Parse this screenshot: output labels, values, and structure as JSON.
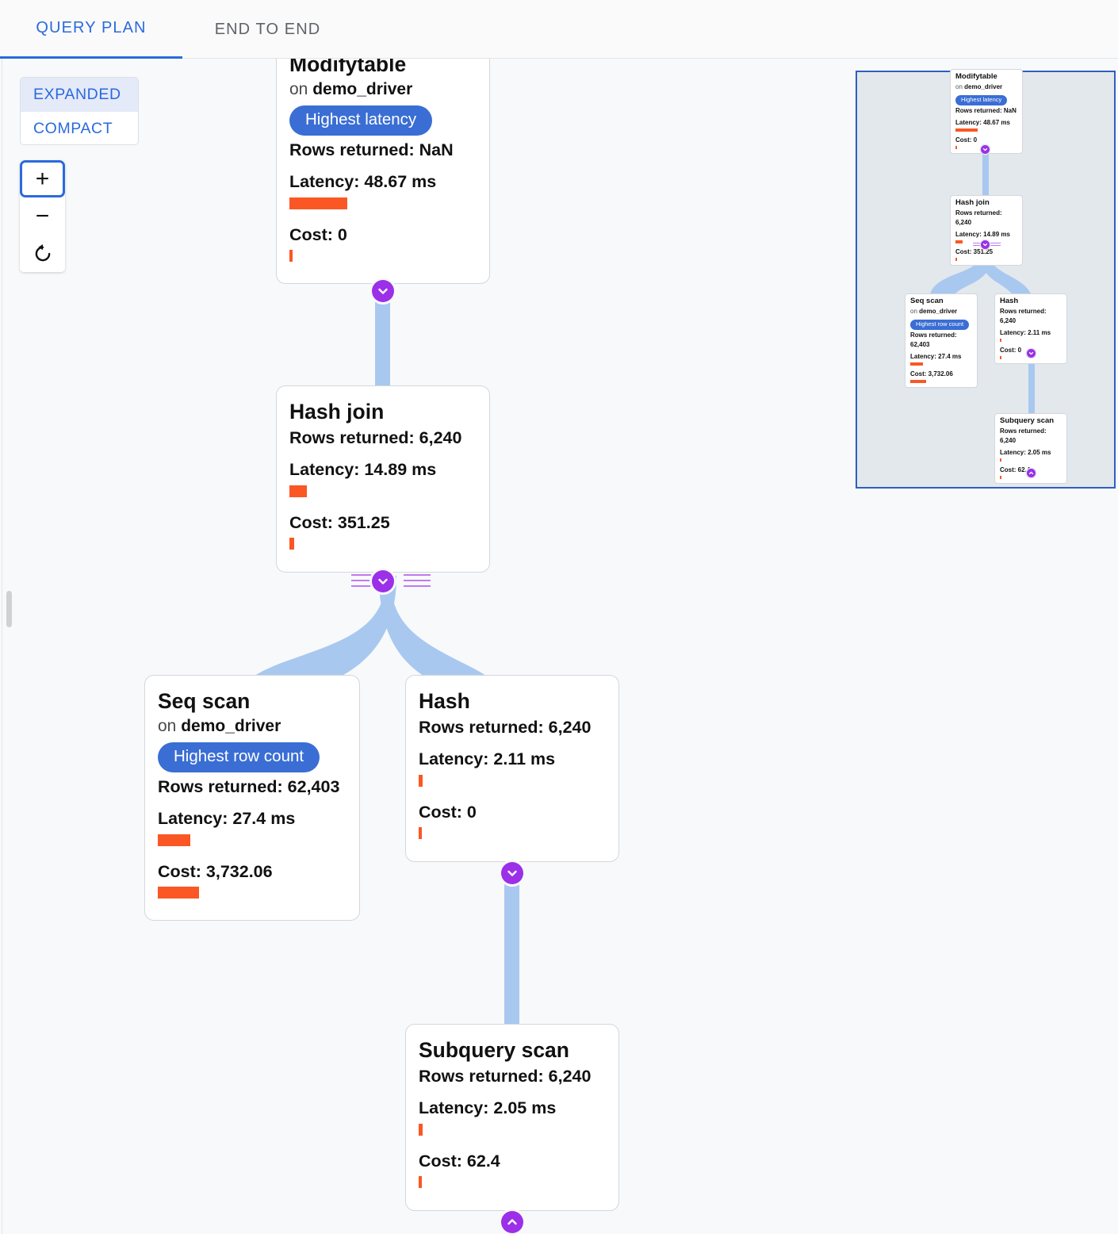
{
  "tabs": [
    {
      "label": "QUERY PLAN",
      "active": true
    },
    {
      "label": "END TO END",
      "active": false
    }
  ],
  "layout_toggle": {
    "options": [
      {
        "label": "EXPANDED",
        "selected": true
      },
      {
        "label": "COMPACT",
        "selected": false
      }
    ]
  },
  "zoom_controls": {
    "zoom_in_label": "+",
    "zoom_out_label": "−",
    "reset_label": "↺"
  },
  "labels": {
    "rows_returned": "Rows returned:",
    "latency": "Latency:",
    "cost": "Cost:",
    "on_prefix": "on"
  },
  "colors": {
    "accent_blue": "#2a6ade",
    "badge_blue": "#3a6ed4",
    "bar_orange": "#fb5724",
    "edge_blue": "#a9c8f0",
    "handle_purple": "#9b30e8",
    "minimap_border": "#2f5fc0",
    "minimap_fill": "#e3e8ed",
    "canvas_bg": "#f8f9fa"
  },
  "plan_nodes": [
    {
      "id": "modifytable",
      "title": "Modifytable",
      "relation_prefix": "on",
      "relation": "demo_driver",
      "badge": "Highest latency",
      "rows_returned": "Rows returned: NaN",
      "latency": "Latency: 48.67 ms",
      "latency_bar_width": 73,
      "cost": "Cost: 0",
      "cost_bar_width": 4
    },
    {
      "id": "hash-join",
      "title": "Hash join",
      "badge": null,
      "rows_returned": "Rows returned: 6,240",
      "latency": "Latency: 14.89 ms",
      "latency_bar_width": 22,
      "cost": "Cost: 351.25",
      "cost_bar_width": 6
    },
    {
      "id": "seq-scan",
      "title": "Seq scan",
      "relation_prefix": "on",
      "relation": "demo_driver",
      "badge": "Highest row count",
      "rows_returned": "Rows returned: 62,403",
      "latency": "Latency: 27.4 ms",
      "latency_bar_width": 41,
      "cost": "Cost: 3,732.06",
      "cost_bar_width": 52
    },
    {
      "id": "hash",
      "title": "Hash",
      "badge": null,
      "rows_returned": "Rows returned: 6,240",
      "latency": "Latency: 2.11 ms",
      "latency_bar_width": 5,
      "cost": "Cost: 0",
      "cost_bar_width": 4
    },
    {
      "id": "subquery-scan",
      "title": "Subquery scan",
      "badge": null,
      "rows_returned": "Rows returned: 6,240",
      "latency": "Latency: 2.05 ms",
      "latency_bar_width": 5,
      "cost": "Cost: 62.4",
      "cost_bar_width": 4
    }
  ],
  "minimap": {
    "nodes": [
      {
        "id": "mini-modifytable",
        "title": "Modifytable",
        "relation_prefix": "on",
        "relation": "demo_driver",
        "badge": "Highest latency",
        "rows_returned": "Rows returned: NaN",
        "latency": "Latency: 48.67 ms",
        "latency_bar_width": 28,
        "cost": "Cost: 0",
        "cost_bar_width": 2
      },
      {
        "id": "mini-hash-join",
        "title": "Hash join",
        "badge": null,
        "rows_returned": "Rows returned: 6,240",
        "latency": "Latency: 14.89 ms",
        "latency_bar_width": 9,
        "cost": "Cost: 351.25",
        "cost_bar_width": 2
      },
      {
        "id": "mini-seq-scan",
        "title": "Seq scan",
        "relation_prefix": "on",
        "relation": "demo_driver",
        "badge": "Highest row count",
        "rows_returned": "Rows returned: 62,403",
        "latency": "Latency: 27.4 ms",
        "latency_bar_width": 16,
        "cost": "Cost: 3,732.06",
        "cost_bar_width": 20
      },
      {
        "id": "mini-hash",
        "title": "Hash",
        "badge": null,
        "rows_returned": "Rows returned: 6,240",
        "latency": "Latency: 2.11 ms",
        "latency_bar_width": 2,
        "cost": "Cost: 0",
        "cost_bar_width": 2
      },
      {
        "id": "mini-subquery-scan",
        "title": "Subquery scan",
        "badge": null,
        "rows_returned": "Rows returned: 6,240",
        "latency": "Latency: 2.05 ms",
        "latency_bar_width": 2,
        "cost": "Cost: 62.4",
        "cost_bar_width": 2
      }
    ]
  }
}
